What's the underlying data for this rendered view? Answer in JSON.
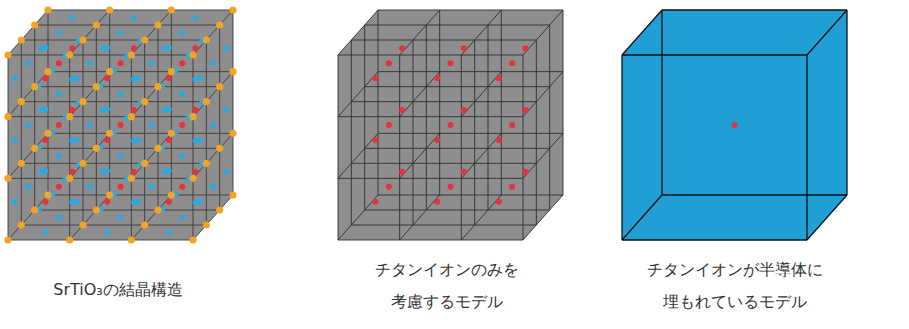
{
  "diagram": {
    "labels": [
      "SrTiO₃の結晶構造",
      "チタンイオンのみを 考慮するモデル",
      "チタンイオンが半導体に 埋もれているモデル"
    ]
  }
}
